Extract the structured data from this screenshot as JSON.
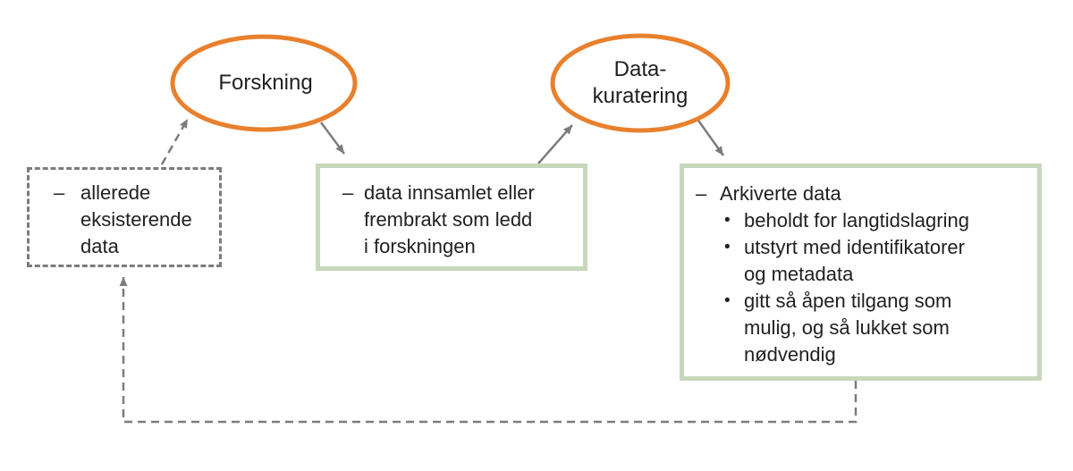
{
  "colors": {
    "accent_orange": "#E8802D",
    "box_green": "#C7D8BA",
    "line_gray": "#7C7C7C",
    "text_color": "#212121",
    "bg": "#FFFFFF"
  },
  "ellipses": {
    "forskning": {
      "label": "Forskning"
    },
    "datakuratering": {
      "label": "Data-\nkuratering"
    }
  },
  "boxes": {
    "existing_data": {
      "marker": "–",
      "text": "allerede\neksisterende\ndata"
    },
    "collected_data": {
      "marker": "–",
      "text": "data innsamlet eller\nfrembrakt som ledd\ni forskningen"
    },
    "archived_data": {
      "marker": "–",
      "title": "Arkiverte data",
      "bullet_glyph": "•",
      "bullets": [
        "beholdt for langtidslagring",
        "utstyrt med identifikatorer\nog metadata",
        "gitt så åpen tilgang som\nmulig, og så lukket som\nnødvendig"
      ]
    }
  }
}
